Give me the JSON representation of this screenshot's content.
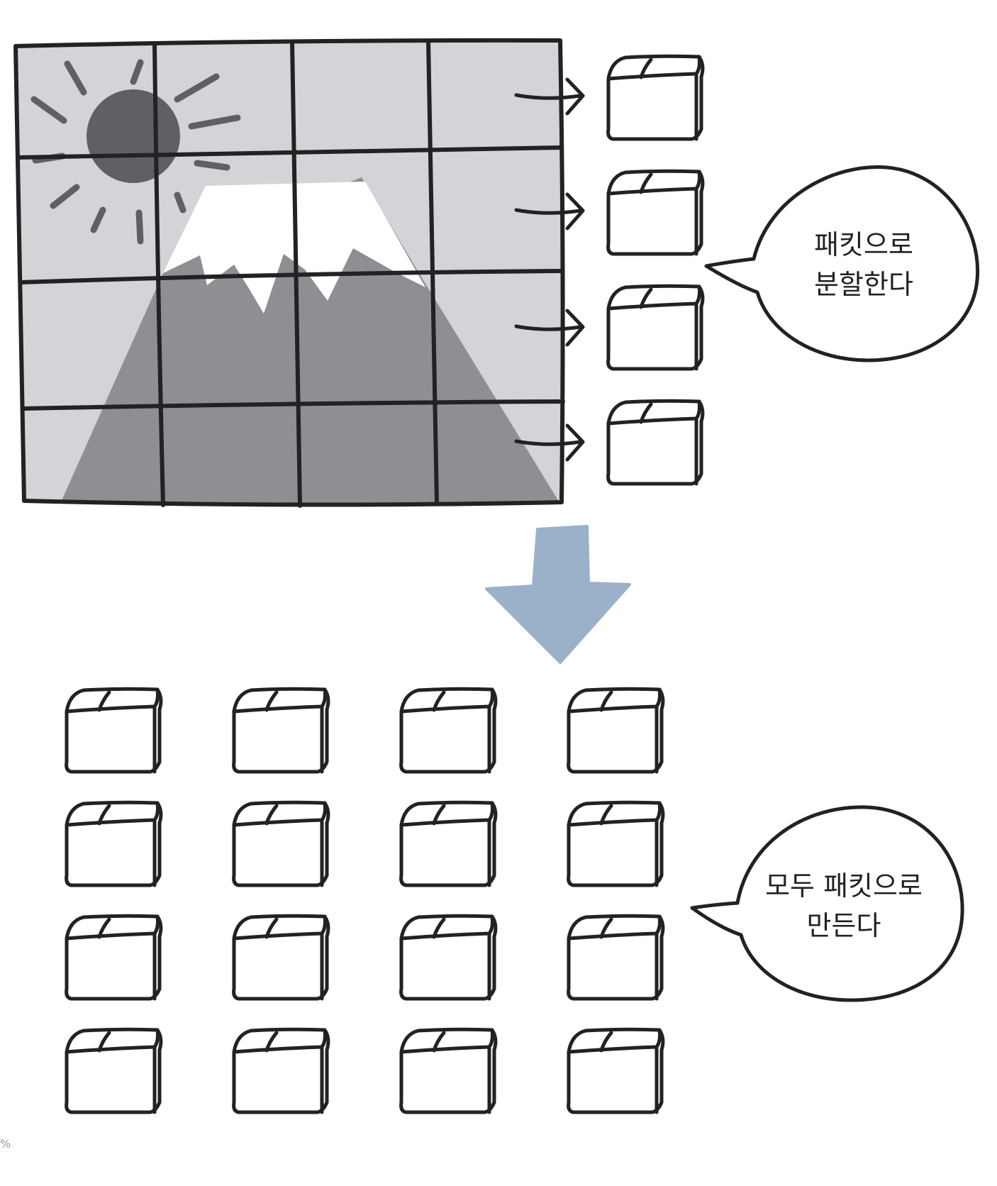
{
  "bubbles": {
    "top": {
      "line1": "패킷으로",
      "line2": "분할한다"
    },
    "bottom": {
      "line1": "모두 패킷으로",
      "line2": "만든다"
    }
  },
  "corner_mark": "%",
  "image_grid": {
    "rows": 4,
    "cols": 4
  },
  "packet_column_count": 4,
  "packet_grid": {
    "rows": 4,
    "cols": 4
  },
  "colors": {
    "stroke": "#222222",
    "sky": "#d2d4d7",
    "sun": "#5f6063",
    "mountain": "#8e8f93",
    "snow": "#ffffff",
    "down_arrow": "#9ab1c9",
    "packet_fill": "#ffffff"
  }
}
